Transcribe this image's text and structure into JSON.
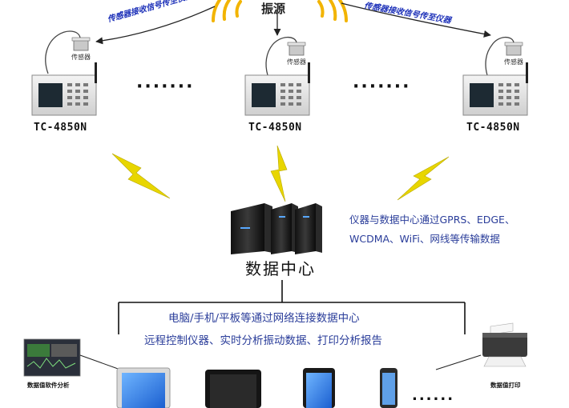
{
  "source_label": "振源",
  "signal_label_left": "传感器接收信号传至仪器",
  "signal_label_right": "传感器接收信号传至仪器",
  "sensor_label": "传感器",
  "instrument_model": "TC-4850N",
  "ellipsis_wide": "·······",
  "ellipsis_short": "......",
  "transmission_desc": [
    "仪器与数据中心通过GPRS、EDGE、",
    "WCDMA、WiFi、网线等传输数据"
  ],
  "data_center_label": "数据中心",
  "client_desc": [
    "电脑/手机/平板等通过网络连接数据中心",
    "远程控制仪器、实时分析振动数据、打印分析报告"
  ],
  "software_label": "数据值软件分析",
  "printer_label": "数据值打印",
  "colors": {
    "accent_text": "#2a3d9a",
    "signal_text": "#1b2fb8",
    "lightning": "#e8d600",
    "wave": "#f2b400"
  }
}
